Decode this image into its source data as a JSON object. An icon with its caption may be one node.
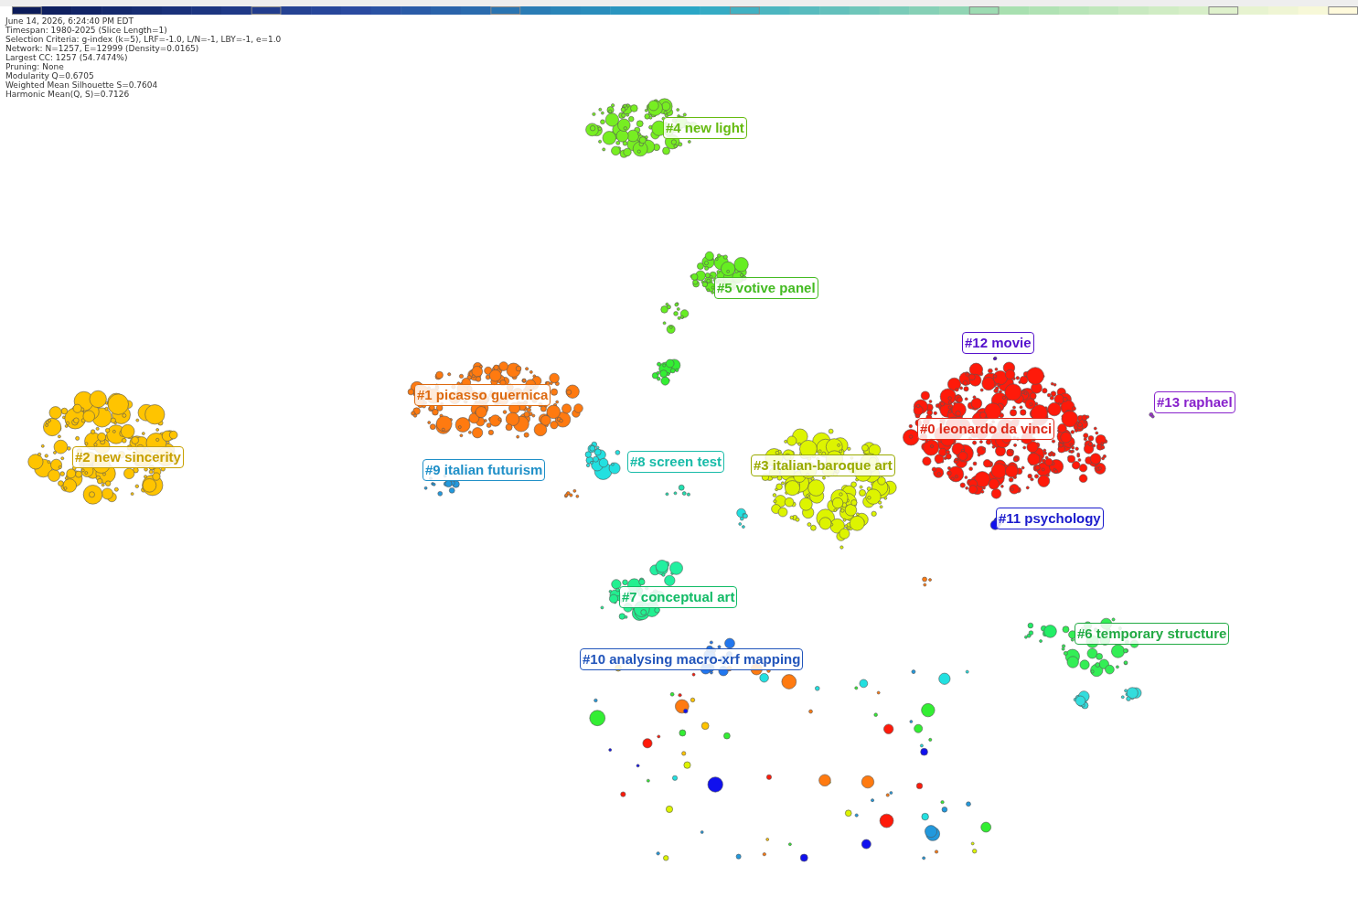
{
  "diagram": {
    "nodes": [
      {
        "text": [
          "#4 new light"
        ]
      },
      {
        "text": [
          "#5 votive panel"
        ]
      },
      {
        "text": [
          "#12 movie"
        ]
      },
      {
        "text": [
          "#13 raphael"
        ]
      },
      {
        "text": [
          "#1 picasso guernica"
        ]
      },
      {
        "text": [
          "#0 leonardo da vinci"
        ]
      },
      {
        "text": [
          "#2 new sincerity"
        ]
      },
      {
        "text": [
          "#9 italian futurism"
        ]
      },
      {
        "text": [
          "#8 screen test"
        ]
      },
      {
        "text": [
          "#3 italian-baroque art"
        ]
      },
      {
        "text": [
          "#11 psychology"
        ]
      },
      {
        "text": [
          "#7 conceptual art"
        ]
      },
      {
        "text": [
          "#6 temporary structure"
        ]
      },
      {
        "text": [
          "#10 analysing macro-xrf mapping"
        ]
      }
    ],
    "labels": [
      "June 14, 2026, 6:24:40 PM EDT",
      "Timespan: 1980-2025 (Slice Length=1)",
      "Selection Criteria: g-index (k=5), LRF=-1.0, L/N=-1, LBY=-1, e=1.0",
      "Network: N=1257, E=12999 (Density=0.0165)",
      "Largest CC: 1257 (54.7474%)",
      "Pruning: None",
      "Modularity Q=0.6705",
      "Weighted Mean Silhouette S=0.7604",
      "Harmonic Mean(Q, S)=0.7126"
    ]
  }
}
